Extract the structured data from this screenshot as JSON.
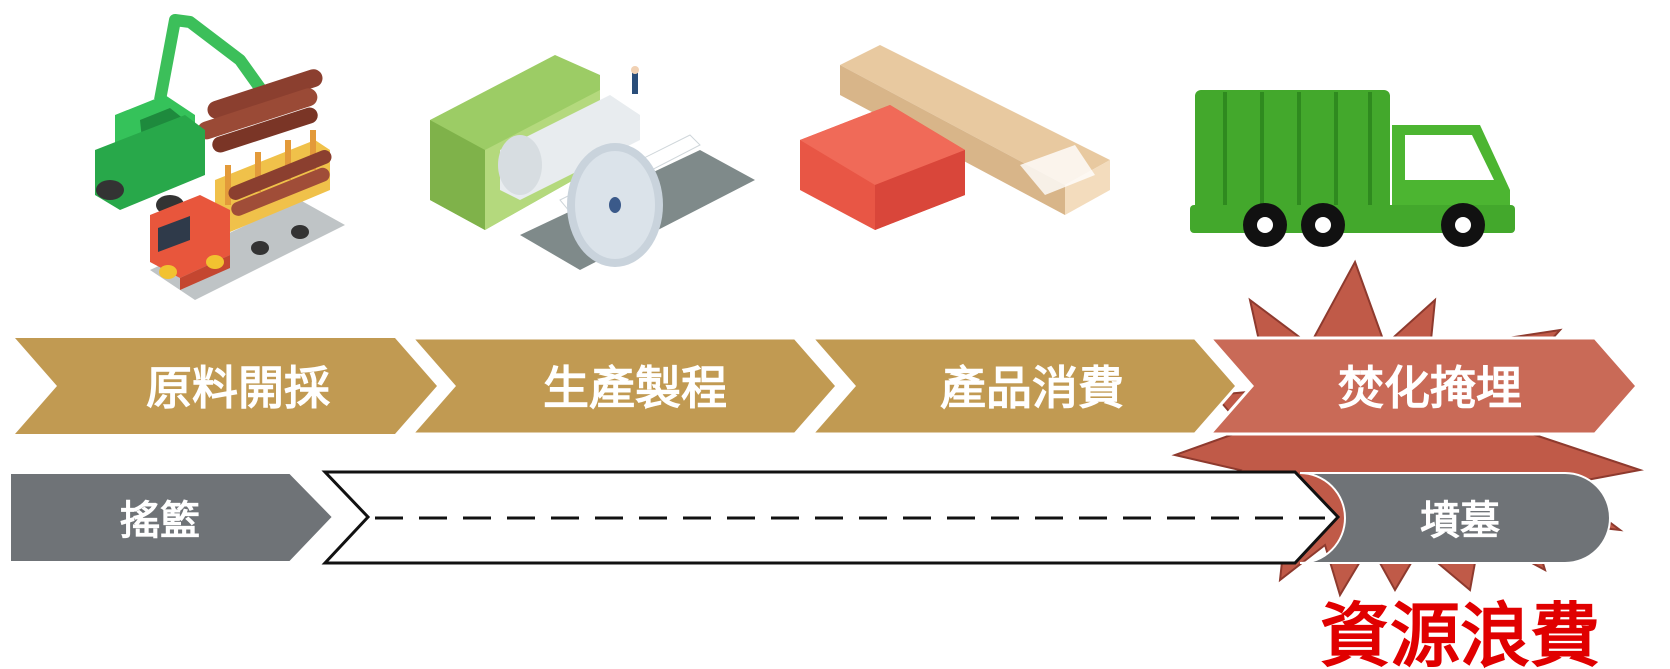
{
  "stages": [
    {
      "label": "原料開採",
      "icon": "logging-excavator-truck-icon"
    },
    {
      "label": "生產製程",
      "icon": "paper-mill-machine-icon"
    },
    {
      "label": "產品消費",
      "icon": "packaging-box-icon"
    },
    {
      "label": "焚化掩埋",
      "icon": "garbage-truck-icon"
    }
  ],
  "lifecycle": {
    "start_label": "搖籃",
    "end_label": "墳墓"
  },
  "warning": {
    "label": "資源浪費",
    "icon": "explosion-burst-icon"
  },
  "colors": {
    "stage_gold": "#c19a52",
    "stage_red": "#c96a57",
    "gray_box": "#6f7377",
    "burst": "#c05a48",
    "warning_text": "#e00000",
    "truck_green": "#43a82c"
  }
}
